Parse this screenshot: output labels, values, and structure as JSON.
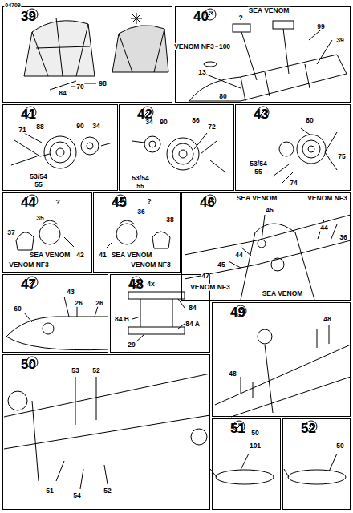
{
  "diagram": {
    "nodes": [
      {
        "text": [
          "39"
        ]
      },
      {
        "text": [
          "40"
        ]
      },
      {
        "text": [
          "41"
        ]
      },
      {
        "text": [
          "42"
        ]
      },
      {
        "text": [
          "43"
        ]
      },
      {
        "text": [
          "44"
        ]
      },
      {
        "text": [
          "45"
        ]
      },
      {
        "text": [
          "46"
        ]
      },
      {
        "text": [
          "47"
        ]
      },
      {
        "text": [
          "48"
        ]
      },
      {
        "text": [
          "49"
        ]
      },
      {
        "text": [
          "50"
        ]
      },
      {
        "text": [
          "51"
        ]
      },
      {
        "text": [
          "52"
        ]
      }
    ],
    "labels": [
      "04709",
      "70",
      "84",
      "98",
      "?",
      "SEA VENOM",
      "99",
      "VENOM NF3",
      "100",
      "13",
      "80",
      "39",
      "71",
      "88",
      "90",
      "34",
      "53/54",
      "55",
      "34",
      "90",
      "86",
      "72",
      "53/54",
      "55",
      "80",
      "75",
      "74",
      "53/54",
      "55",
      "?",
      "37",
      "35",
      "SEA VENOM",
      "42",
      "VENOM NF3",
      "?",
      "36",
      "38",
      "41",
      "SEA VENOM",
      "VENOM NF3",
      "SEA VENOM",
      "VENOM NF3",
      "45",
      "44",
      "36",
      "44",
      "45",
      "47",
      "VENOM NF3",
      "SEA VENOM",
      "60",
      "43",
      "26",
      "26",
      "4x",
      "84",
      "84 B",
      "84 A",
      "29",
      "48",
      "48",
      "53",
      "52",
      "51",
      "54",
      "52",
      "50",
      "101",
      "50"
    ]
  }
}
